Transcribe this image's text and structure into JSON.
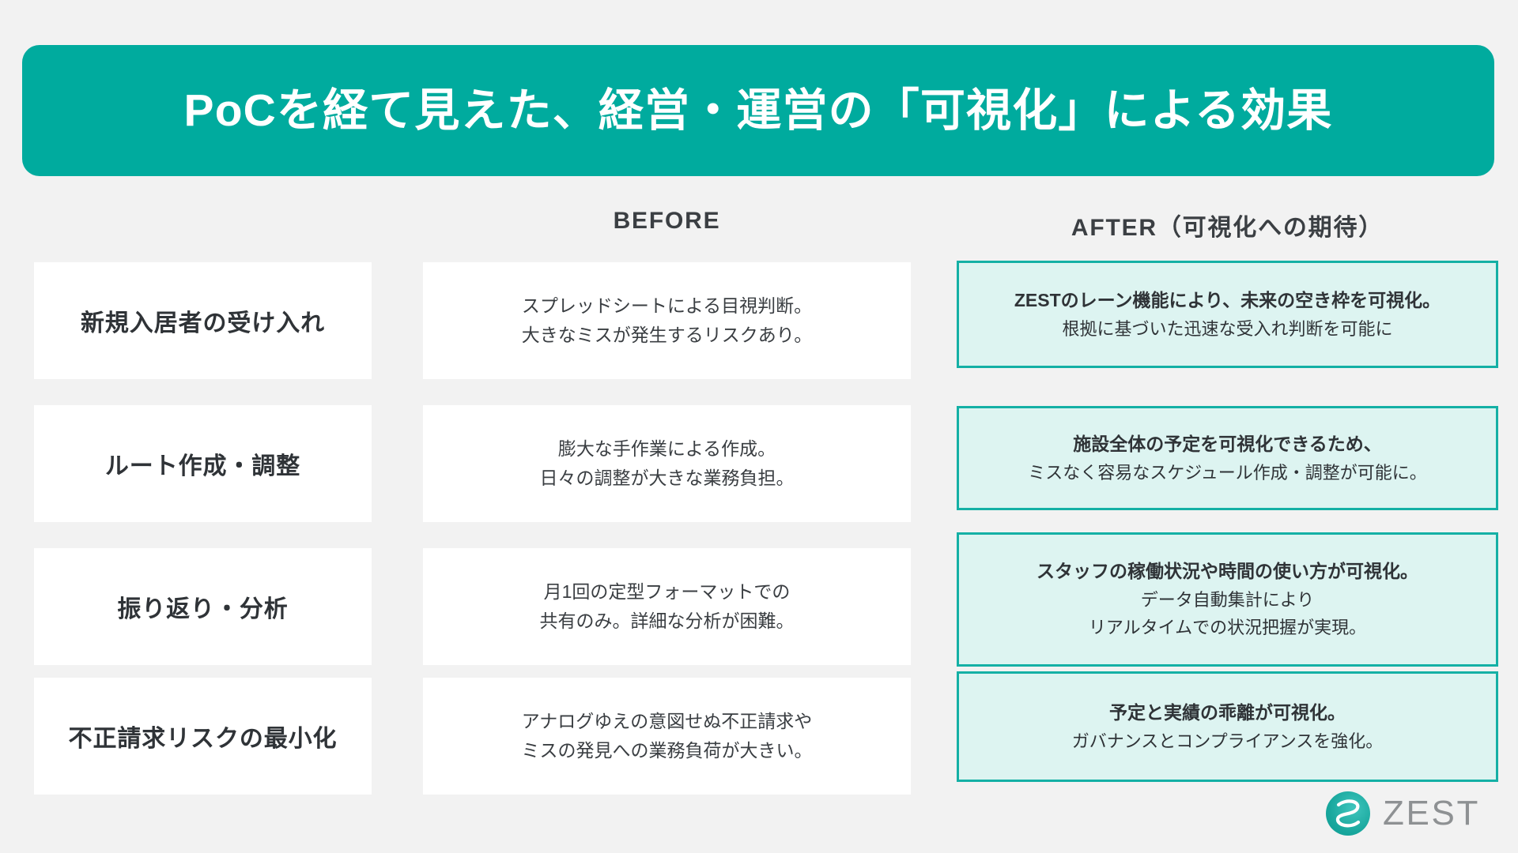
{
  "title": "PoCを経て見えた、経営・運営の「可視化」による効果",
  "columns": {
    "label_header": "",
    "before_header": "BEFORE",
    "after_header": "AFTER（可視化への期待）"
  },
  "colors": {
    "brand_teal": "#00ab9e",
    "after_border": "#14b0a5",
    "after_fill": "#ddf4f1",
    "page_bg": "#f2f2f2",
    "text_dark": "#2f3337",
    "logo_gray": "#8e9193"
  },
  "rows": [
    {
      "label": "新規入居者の受け入れ",
      "before": [
        "スプレッドシートによる目視判断。",
        "大きなミスが発生するリスクあり。"
      ],
      "after": [
        {
          "text": "ZESTのレーン機能により、未来の空き枠を可視化。",
          "bold": true
        },
        {
          "text": "根拠に基づいた迅速な受入れ判断を可能に",
          "bold": false
        }
      ]
    },
    {
      "label": "ルート作成・調整",
      "before": [
        "膨大な手作業による作成。",
        "日々の調整が大きな業務負担。"
      ],
      "after": [
        {
          "text": "施設全体の予定を可視化できるため、",
          "bold": true
        },
        {
          "text": "ミスなく容易なスケジュール作成・調整が可能に。",
          "bold": false
        }
      ]
    },
    {
      "label": "振り返り・分析",
      "before": [
        "月1回の定型フォーマットでの",
        "共有のみ。詳細な分析が困難。"
      ],
      "after": [
        {
          "text": "スタッフの稼働状況や時間の使い方が可視化。",
          "bold": true
        },
        {
          "text": "データ自動集計により",
          "bold": false
        },
        {
          "text": "リアルタイムでの状況把握が実現。",
          "bold": false
        }
      ]
    },
    {
      "label": "不正請求リスクの最小化",
      "before": [
        "アナログゆえの意図せぬ不正請求や",
        "ミスの発見への業務負荷が大きい。"
      ],
      "after": [
        {
          "text": "予定と実績の乖離が可視化。",
          "bold": true
        },
        {
          "text": "ガバナンスとコンプライアンスを強化。",
          "bold": false
        }
      ]
    }
  ],
  "logo": {
    "text": "ZEST",
    "mark": "zest-swoosh-icon"
  }
}
